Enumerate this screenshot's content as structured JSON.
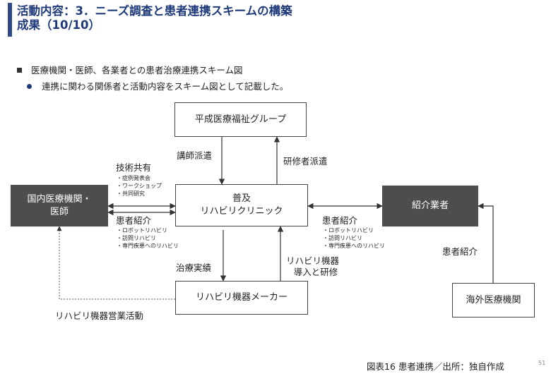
{
  "title": {
    "line1": "活動内容：3．ニーズ調査と患者連携スキームの構築",
    "line2": "成果（10/10）"
  },
  "bullets": {
    "main": "医療機関・医師、各業者との患者治療連携スキーム図",
    "sub": "連携に関わる関係者と活動内容をスキーム図として記載した。"
  },
  "diagram": {
    "nodes": {
      "heisei": "平成医療福祉グループ",
      "kokunai_line1": "国内医療機関・",
      "kokunai_line2": "医師",
      "fukyu_line1": "普及",
      "fukyu_line2": "リハビリクリニック",
      "shokai": "紹介業者",
      "maker": "リハビリ機器メーカー",
      "kaigai": "海外医療機関"
    },
    "labels": {
      "koushi_haken": "講師派遣",
      "kenshusha_haken": "研修者派遣",
      "gijutsu_kyoyu": "技術共有",
      "gijutsu_items": [
        "・症例発表会",
        "・ワークショップ",
        "・共同研究"
      ],
      "kanja_shokai_left": "患者紹介",
      "left_items": [
        "・ロボットリハビリ",
        "・訪問リハビリ",
        "・専門疾患へのリハビリ"
      ],
      "kanja_shokai_right": "患者紹介",
      "right_items": [
        "・ロボットリハビリ",
        "・訪問リハビリ",
        "・専門疾患へのリハビリ"
      ],
      "chiryo_jisseki": "治療実績",
      "kiki_line1": "リハビリ機器",
      "kiki_line2": "導入と研修",
      "kanja_shokai_kaigai": "患者紹介",
      "eigyo": "リハビリ機器営業活動"
    }
  },
  "caption": "図表16 患者連携／出所：独自作成",
  "page_number": "51",
  "colors": {
    "title": "#1f3a7a",
    "accent_bar": "#2e4a8a",
    "dark_box": "#4d4d4d"
  }
}
